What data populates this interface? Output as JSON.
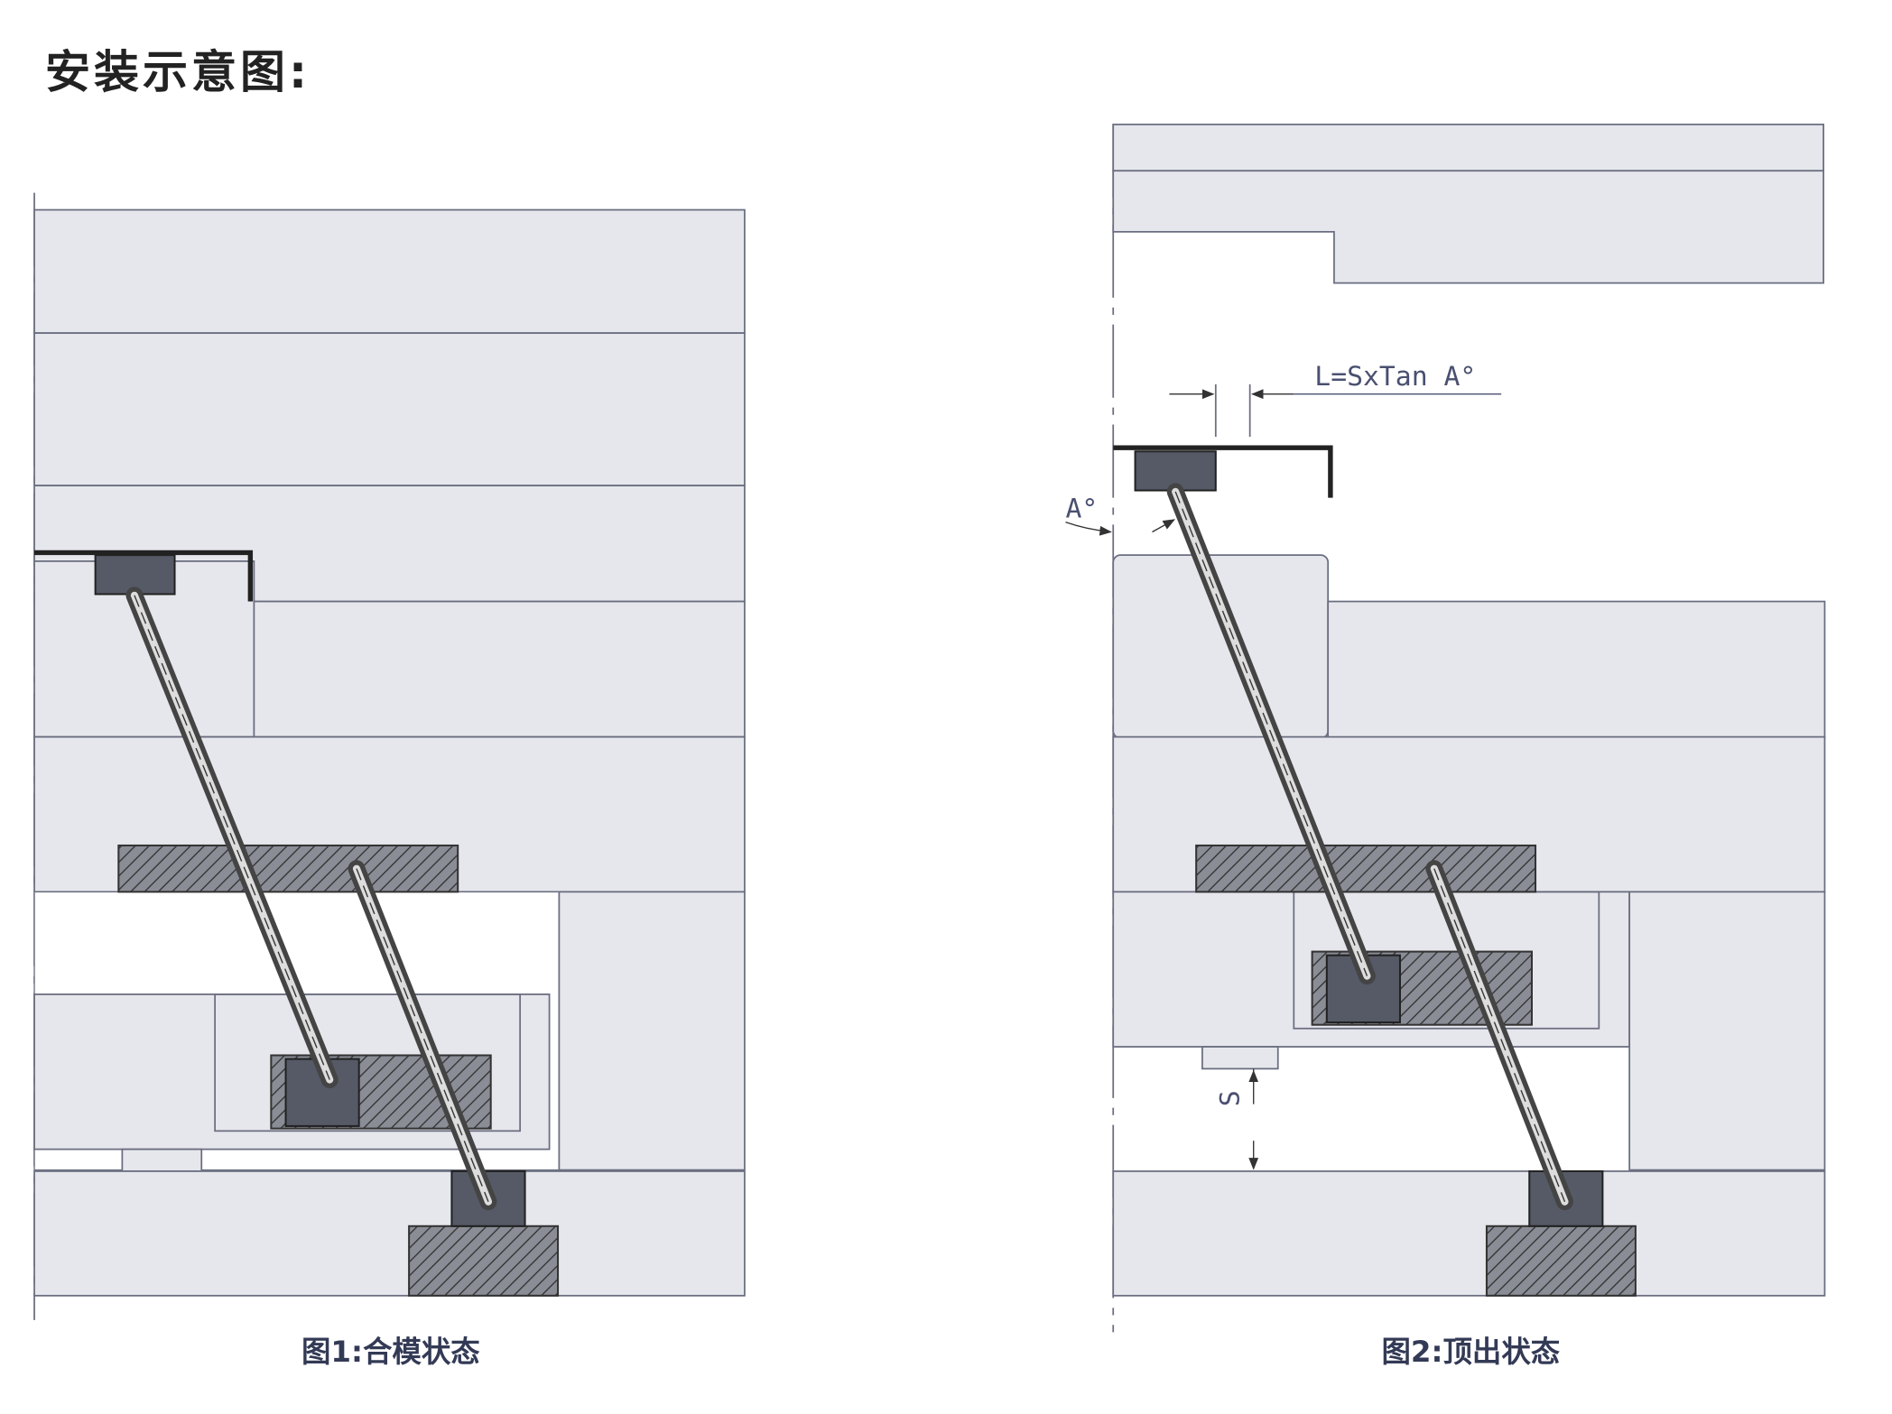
{
  "title": "安装示意图:",
  "figure1": {
    "caption": "图1:合模状态"
  },
  "figure2": {
    "caption": "图2:顶出状态",
    "formula": "L=SxTan A°",
    "angle_label": "A°",
    "stroke_label": "S"
  },
  "colors": {
    "plate": "#e6e7ec",
    "line": "#6a6e80",
    "text": "#333a55"
  }
}
